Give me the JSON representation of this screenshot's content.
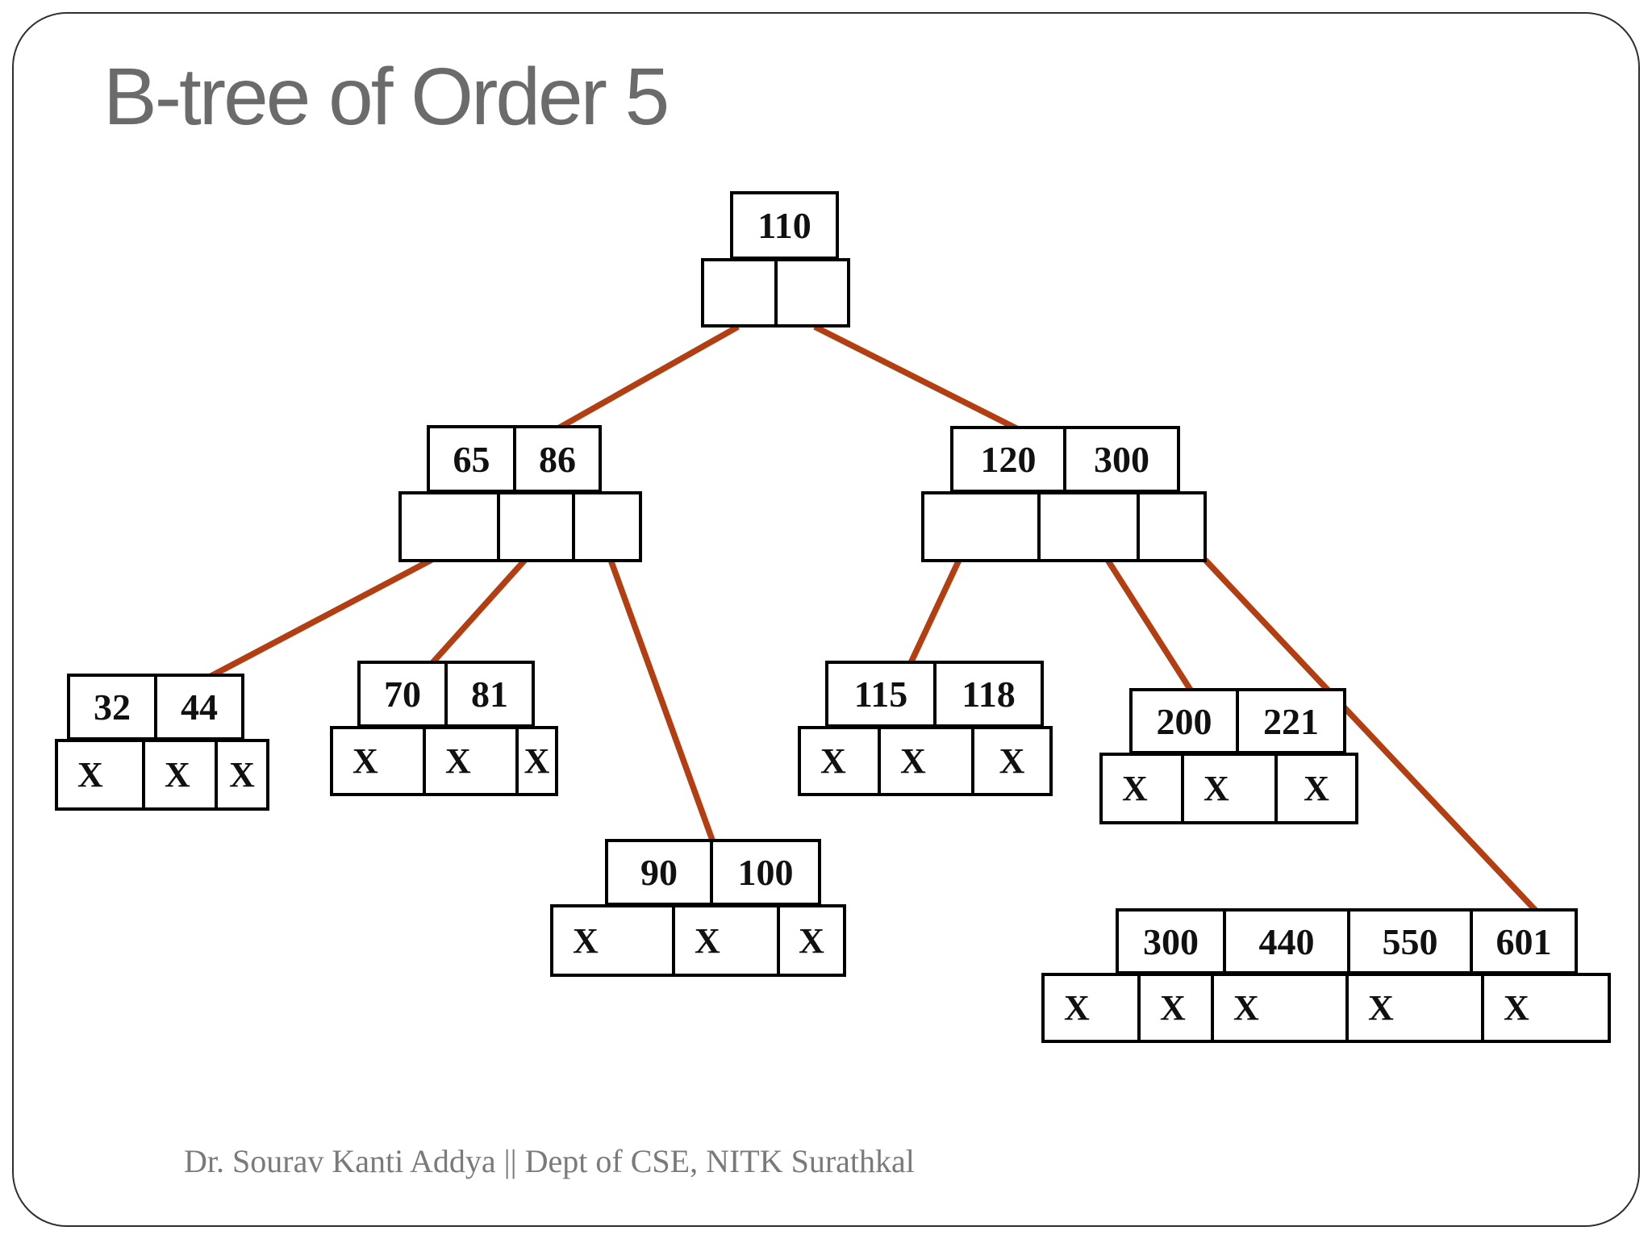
{
  "slide": {
    "title": "B-tree of Order 5",
    "footer": "Dr. Sourav Kanti Addya || Dept of CSE, NITK Surathkal"
  },
  "colors": {
    "edge": "#b23e12",
    "box_border": "#000000",
    "title_text": "#6b6b6b",
    "footer_text": "#7a7a7a",
    "key_text": "#111111"
  },
  "tree": {
    "order": "5",
    "nodes": {
      "root": {
        "keys": [
          "110"
        ],
        "pointers": [
          "",
          ""
        ]
      },
      "internal_left": {
        "keys": [
          "65",
          "86"
        ],
        "pointers": [
          "",
          "",
          ""
        ]
      },
      "internal_right": {
        "keys": [
          "120",
          "300"
        ],
        "pointers": [
          "",
          "",
          ""
        ]
      },
      "leaf_32_44": {
        "keys": [
          "32",
          "44"
        ],
        "pointers": [
          "X",
          "X",
          "X"
        ]
      },
      "leaf_70_81": {
        "keys": [
          "70",
          "81"
        ],
        "pointers": [
          "X",
          "X",
          "X"
        ]
      },
      "leaf_90_100": {
        "keys": [
          "90",
          "100"
        ],
        "pointers": [
          "X",
          "X",
          "X"
        ]
      },
      "leaf_115_118": {
        "keys": [
          "115",
          "118"
        ],
        "pointers": [
          "X",
          "X",
          "X"
        ]
      },
      "leaf_200_221": {
        "keys": [
          "200",
          "221"
        ],
        "pointers": [
          "X",
          "X",
          "X"
        ]
      },
      "leaf_300_601": {
        "keys": [
          "300",
          "440",
          "550",
          "601"
        ],
        "pointers": [
          "X",
          "X",
          "X",
          "X",
          "X"
        ]
      }
    },
    "edges": [
      {
        "from": "root",
        "to": "internal_left"
      },
      {
        "from": "root",
        "to": "internal_right"
      },
      {
        "from": "internal_left",
        "to": "leaf_32_44"
      },
      {
        "from": "internal_left",
        "to": "leaf_70_81"
      },
      {
        "from": "internal_left",
        "to": "leaf_90_100"
      },
      {
        "from": "internal_right",
        "to": "leaf_115_118"
      },
      {
        "from": "internal_right",
        "to": "leaf_200_221"
      },
      {
        "from": "internal_right",
        "to": "leaf_300_601"
      }
    ]
  }
}
